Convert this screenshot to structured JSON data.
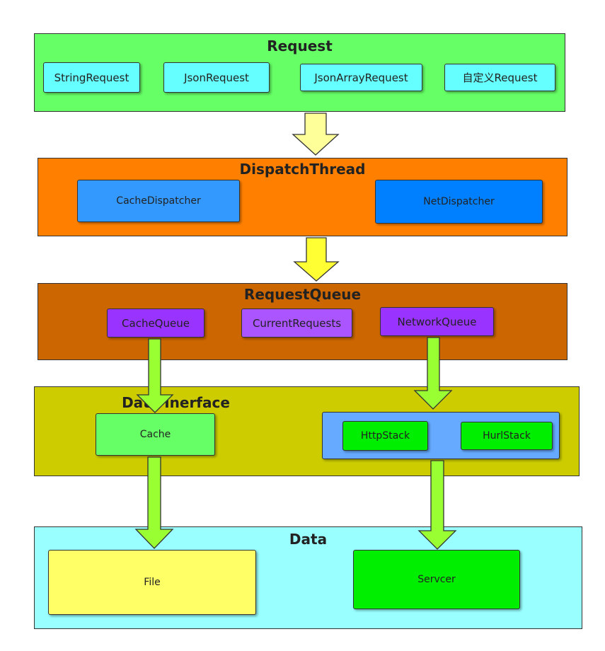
{
  "layers": {
    "request": {
      "title": "Request",
      "items": [
        "StringRequest",
        "JsonRequest",
        "JsonArrayRequest",
        "自定义Request"
      ]
    },
    "dispatch": {
      "title": "DispatchThread",
      "items": [
        "CacheDispatcher",
        "NetDispatcher"
      ]
    },
    "queue": {
      "title": "RequestQueue",
      "items": [
        "CacheQueue",
        "CurrentRequests",
        "NetworkQueue"
      ]
    },
    "iface": {
      "title": "Data Inerface",
      "cache": "Cache",
      "stacks": [
        "HttpStack",
        "HurlStack"
      ]
    },
    "data": {
      "title": "Data",
      "items": [
        "File",
        "Servcer"
      ]
    }
  },
  "colors": {
    "request_bg": "#66ff66",
    "request_item": "#66ffff",
    "dispatch_bg": "#ff8000",
    "cache_dispatcher": "#3399ff",
    "net_dispatcher": "#0080ff",
    "queue_bg": "#cc6600",
    "queue_item": "#9933ff",
    "current_requests": "#aa55ff",
    "iface_bg": "#cccc00",
    "cache_box": "#66ff66",
    "stack_group": "#66aaff",
    "stack_item": "#00ee00",
    "data_bg": "#99ffff",
    "file_box": "#ffff66",
    "server_box": "#00ee00",
    "arrow_yellow": "#ffff99",
    "arrow_yellow_strong": "#ffff33",
    "arrow_green": "#99ff33"
  }
}
